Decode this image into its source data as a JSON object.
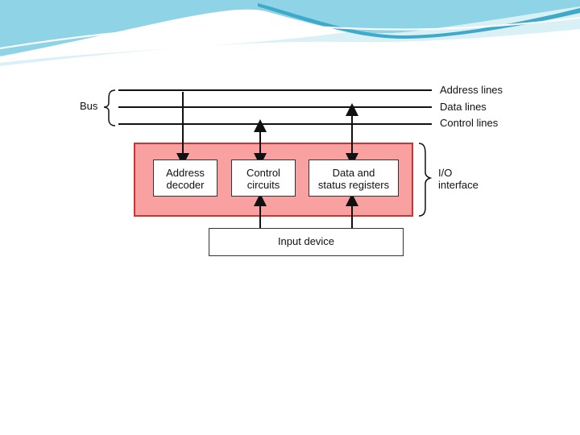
{
  "bus": {
    "label": "Bus",
    "lines": {
      "address": "Address lines",
      "data": "Data lines",
      "control": "Control lines"
    }
  },
  "interface": {
    "label_line1": "I/O",
    "label_line2": "interface",
    "fill_color": "#f9a0a0",
    "border_color": "#cc3333",
    "blocks": {
      "address_decoder": {
        "line1": "Address",
        "line2": "decoder"
      },
      "control_circuits": {
        "line1": "Control",
        "line2": "circuits"
      },
      "data_status": {
        "line1": "Data and",
        "line2": "status registers"
      }
    }
  },
  "device": {
    "label": "Input device"
  },
  "decoration": {
    "wave_colors": [
      "#8fd3e6",
      "#3fa9c9",
      "#c7e9f2"
    ]
  }
}
